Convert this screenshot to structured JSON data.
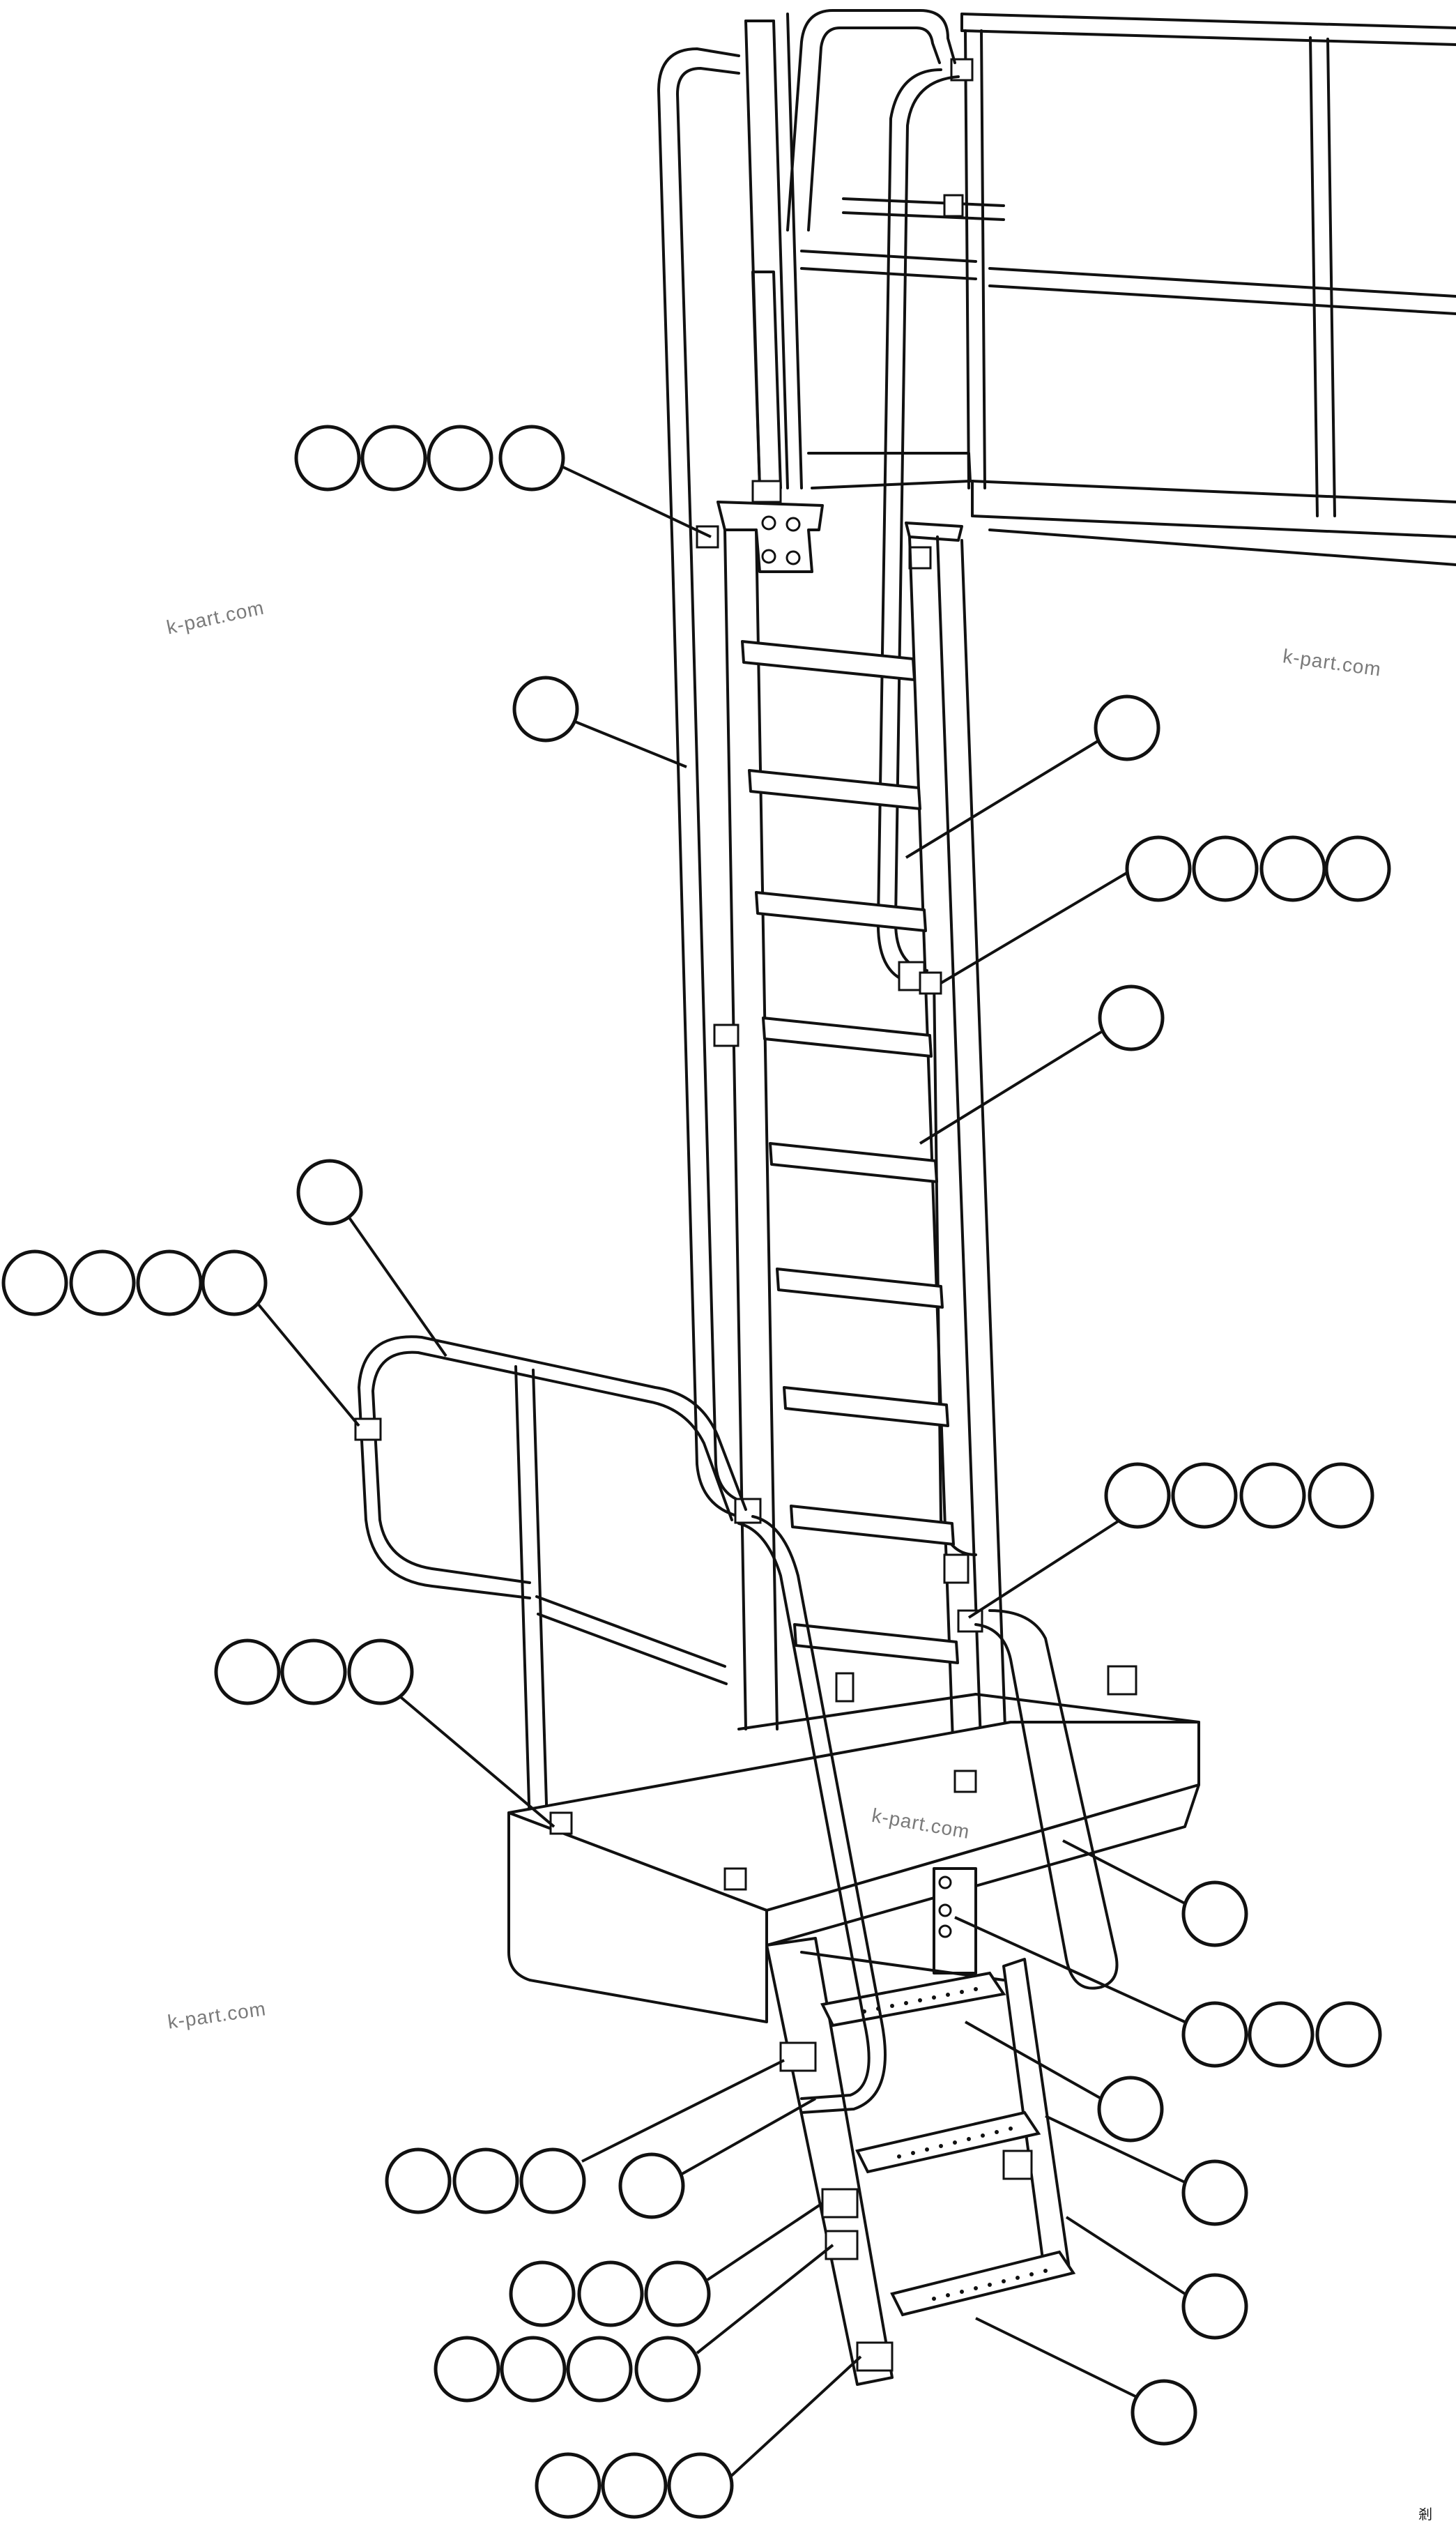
{
  "watermarks": [
    "k-part.com",
    "k-part.com",
    "k-part.com",
    "k-part.com"
  ],
  "corner_mark": "剎",
  "callout_groups": [
    {
      "name": "top-left-bracket",
      "count": 4
    },
    {
      "name": "left-handrail",
      "count": 1
    },
    {
      "name": "right-upper-handrail",
      "count": 1
    },
    {
      "name": "right-bracket-mid",
      "count": 4
    },
    {
      "name": "right-ladder-rail",
      "count": 1
    },
    {
      "name": "lower-left-handrail",
      "count": 1
    },
    {
      "name": "lower-left-clamp",
      "count": 4
    },
    {
      "name": "right-bracket-low",
      "count": 4
    },
    {
      "name": "platform-mount",
      "count": 3
    },
    {
      "name": "lower-right-handrail",
      "count": 1
    },
    {
      "name": "step-bolts-right",
      "count": 3
    },
    {
      "name": "step-tread",
      "count": 1
    },
    {
      "name": "stair-stringer-right",
      "count": 1
    },
    {
      "name": "stair-support",
      "count": 1
    },
    {
      "name": "bottom-tread",
      "count": 1
    },
    {
      "name": "stair-top-bolts",
      "count": 3
    },
    {
      "name": "stair-left-handrail",
      "count": 1
    },
    {
      "name": "stair-mid-bolts",
      "count": 3
    },
    {
      "name": "stair-low-bolts",
      "count": 4
    },
    {
      "name": "stair-foot-bolts",
      "count": 3
    }
  ]
}
